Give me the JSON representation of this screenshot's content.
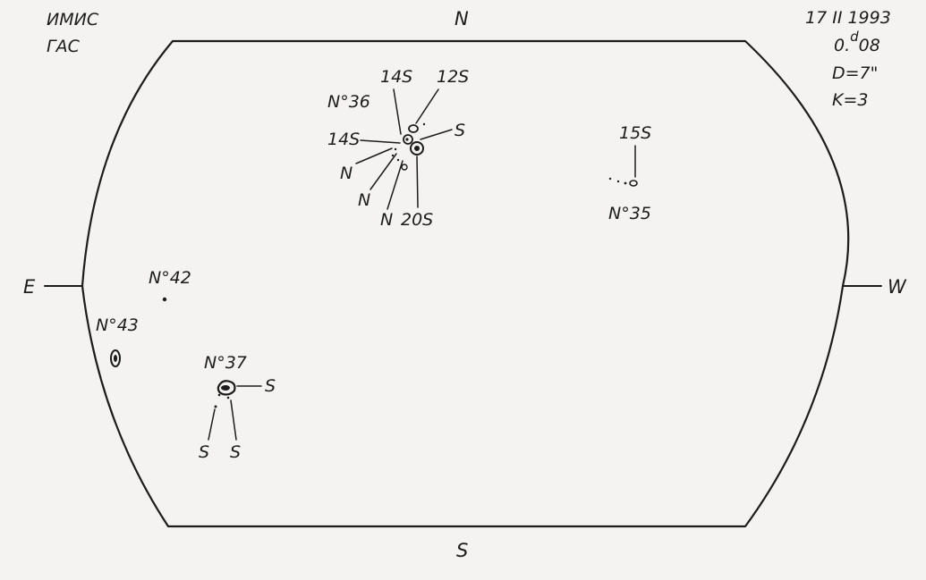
{
  "header": {
    "observatory_line1": "ИМИС",
    "observatory_line2": "ГАС",
    "date": "17 II 1993",
    "time": "0.d08",
    "time_main": "0.",
    "time_sup": "d",
    "time_rest": "08",
    "seeing": "D=7\"",
    "quality": "K=3"
  },
  "directions": {
    "north": "N",
    "south": "S",
    "east": "E",
    "west": "W"
  },
  "groups": {
    "g36": {
      "name": "N°36",
      "labels": {
        "a": "14S",
        "b": "12S",
        "c": "S",
        "d": "14S",
        "e": "N",
        "f": "N",
        "g": "N",
        "h": "20S"
      }
    },
    "g35": {
      "name": "N°35",
      "label": "15S"
    },
    "g42": {
      "name": "N°42"
    },
    "g43": {
      "name": "N°43"
    },
    "g37": {
      "name": "N°37",
      "labels": {
        "right": "S",
        "left": "S",
        "mid": "S"
      }
    }
  },
  "colors": {
    "ink": "#1c1c1c",
    "paper": "#f4f3f1"
  }
}
